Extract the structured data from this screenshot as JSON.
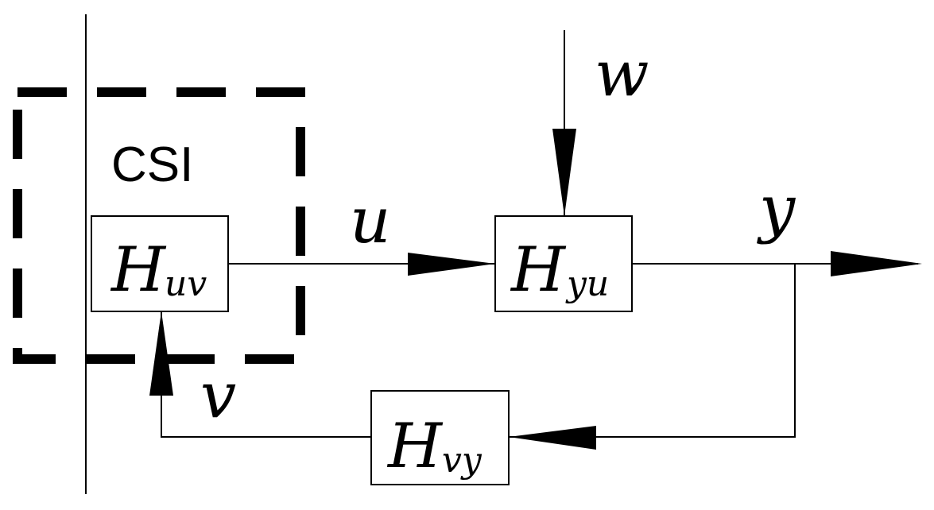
{
  "diagram": {
    "region_label": "CSI",
    "blocks": {
      "huv": {
        "main": "H",
        "sub": "uv"
      },
      "hyu": {
        "main": "H",
        "sub": "yu"
      },
      "hvy": {
        "main": "H",
        "sub": "vy"
      }
    },
    "signals": {
      "u": "u",
      "w": "w",
      "y": "y",
      "v": "v"
    }
  }
}
